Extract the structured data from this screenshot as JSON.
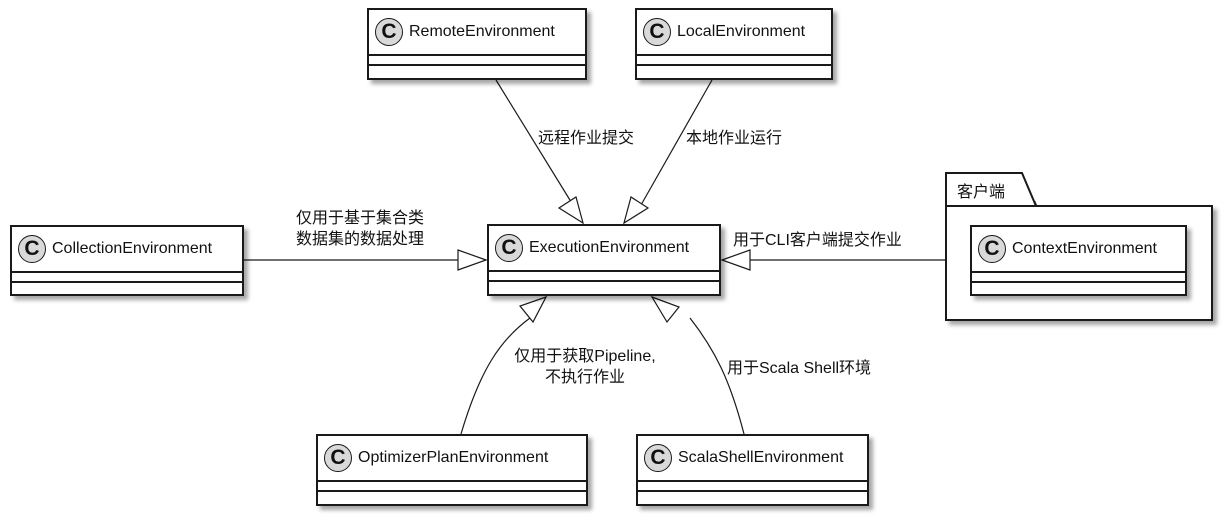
{
  "diagram": {
    "type": "uml-class-diagram",
    "classes": [
      {
        "id": "execution",
        "stereotype": "C",
        "name": "ExecutionEnvironment"
      },
      {
        "id": "remote",
        "stereotype": "C",
        "name": "RemoteEnvironment"
      },
      {
        "id": "local",
        "stereotype": "C",
        "name": "LocalEnvironment"
      },
      {
        "id": "collection",
        "stereotype": "C",
        "name": "CollectionEnvironment"
      },
      {
        "id": "context",
        "stereotype": "C",
        "name": "ContextEnvironment"
      },
      {
        "id": "optimizer",
        "stereotype": "C",
        "name": "OptimizerPlanEnvironment"
      },
      {
        "id": "scalashell",
        "stereotype": "C",
        "name": "ScalaShellEnvironment"
      }
    ],
    "package": {
      "name": "客户端",
      "contains": [
        "context"
      ]
    },
    "relations": [
      {
        "from": "remote",
        "to": "execution",
        "kind": "inheritance",
        "label": "远程作业提交"
      },
      {
        "from": "local",
        "to": "execution",
        "kind": "inheritance",
        "label": "本地作业运行"
      },
      {
        "from": "collection",
        "to": "execution",
        "kind": "inheritance",
        "label_lines": [
          "仅用于基于集合类",
          "数据集的数据处理"
        ]
      },
      {
        "from": "context",
        "to": "execution",
        "kind": "inheritance",
        "label": "用于CLI客户端提交作业"
      },
      {
        "from": "optimizer",
        "to": "execution",
        "kind": "inheritance",
        "label_lines": [
          "仅用于获取Pipeline,",
          "不执行作业"
        ]
      },
      {
        "from": "scalashell",
        "to": "execution",
        "kind": "inheritance",
        "label": "用于Scala Shell环境"
      }
    ],
    "colors": {
      "line": "#1a1a1a",
      "circle_fill": "#d9d9d9",
      "box_fill": "#ffffff"
    }
  }
}
